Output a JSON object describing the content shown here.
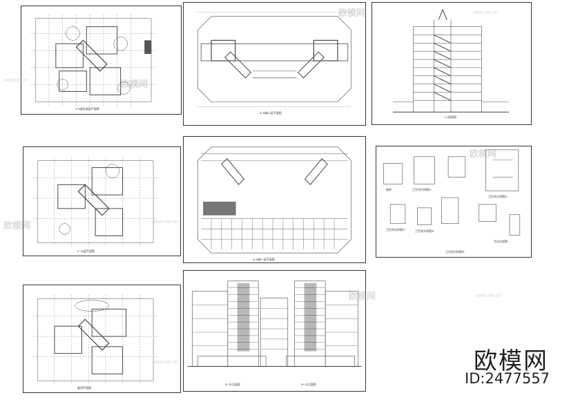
{
  "brand": {
    "name": "欧模网",
    "id_label": "ID:2477557",
    "site": "www.om.cn"
  },
  "watermark": {
    "text": "欧模网",
    "site": "www.om.cn"
  },
  "sheets": [
    {
      "name": "floor-plan-1",
      "caption": "3~8层标准层平面图"
    },
    {
      "name": "site-plan-1",
      "caption": "A~B轴二层平面图"
    },
    {
      "name": "section",
      "caption": "1-1剖面图"
    },
    {
      "name": "floor-plan-2",
      "caption": "9~16层平面图"
    },
    {
      "name": "site-plan-2",
      "caption": "A~B轴一层平面图"
    },
    {
      "name": "details",
      "caption": "卫生间大样图",
      "detail_labels": [
        "厨房",
        "卫生间大样图①",
        "卫生间大样图②",
        "卫生间大样图③",
        "卫生间大样图④",
        "卫生间大样图⑤",
        "节点大样图"
      ]
    },
    {
      "name": "floor-plan-3",
      "caption": "屋顶平面图"
    },
    {
      "name": "elevation",
      "caption_left": "①~⑩立面图",
      "caption_right": "⑩~①立面图"
    }
  ]
}
